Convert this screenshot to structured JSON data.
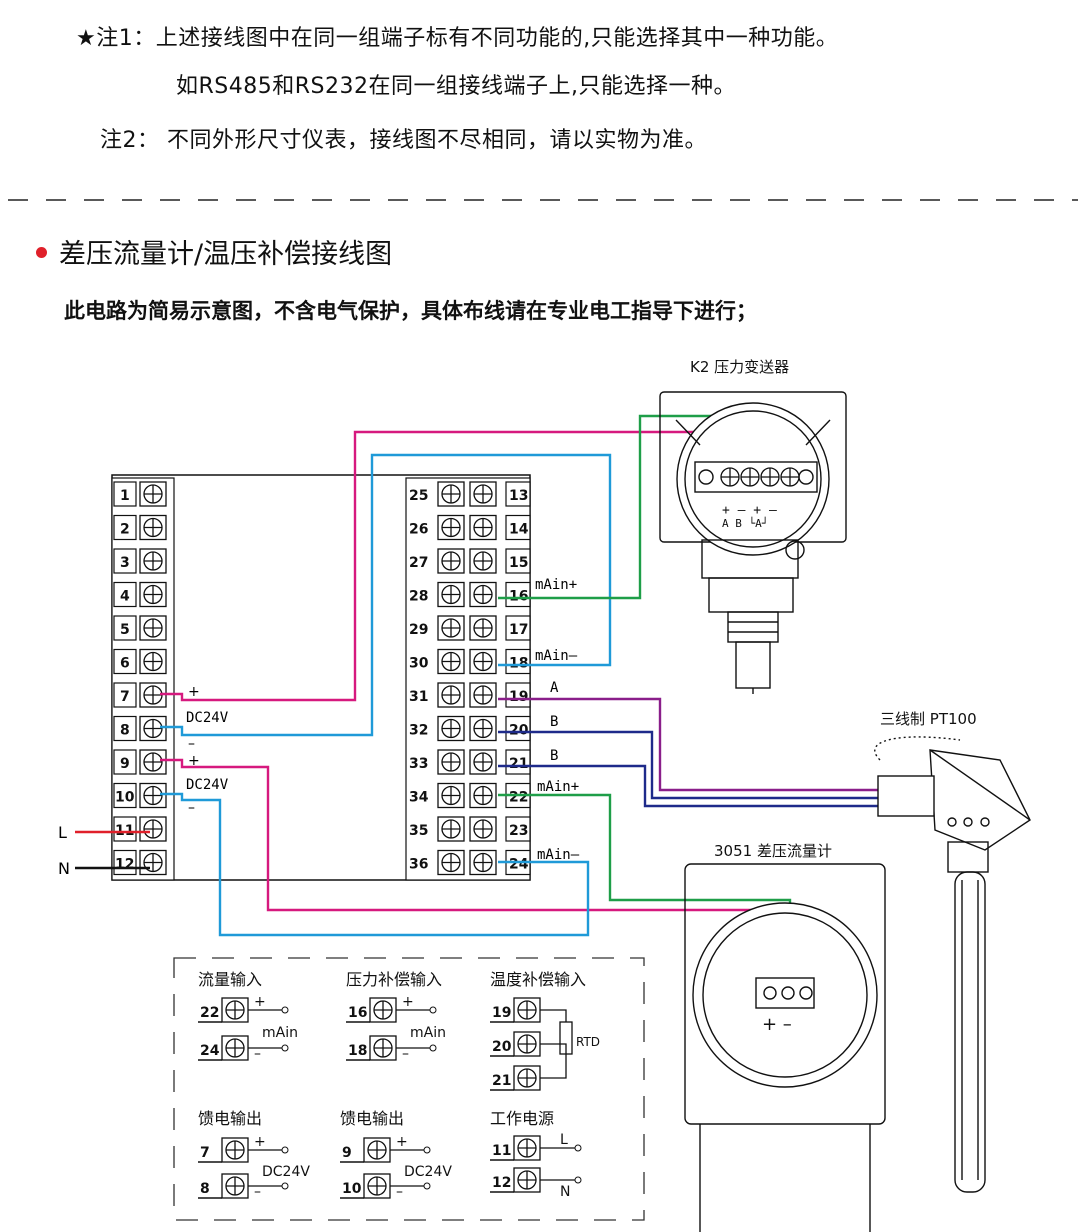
{
  "notes": {
    "note1_line1": "★注1：上述接线图中在同一组端子标有不同功能的,只能选择其中一种功能。",
    "note1_line2": "如RS485和RS232在同一组接线端子上,只能选择一种。",
    "note2": "注2： 不同外形尺寸仪表，接线图不尽相同，请以实物为准。"
  },
  "section": {
    "title": "差压流量计/温压补偿接线图",
    "subtitle": "此电路为简易示意图，不含电气保护，具体布线请在专业电工指导下进行；"
  },
  "colors": {
    "magenta": "#d6197e",
    "blue": "#1f9ad8",
    "green": "#1e9e48",
    "purple": "#8a1e8a",
    "navy": "#1e2a8a",
    "red": "#e0202a",
    "accent_dot": "#e0202a"
  },
  "terminals": {
    "left": [
      "1",
      "2",
      "3",
      "4",
      "5",
      "6",
      "7",
      "8",
      "9",
      "10",
      "11",
      "12"
    ],
    "right_outer": [
      "25",
      "26",
      "27",
      "28",
      "29",
      "30",
      "31",
      "32",
      "33",
      "34",
      "35",
      "36"
    ],
    "right_inner": [
      "13",
      "14",
      "15",
      "16",
      "17",
      "18",
      "19",
      "20",
      "21",
      "22",
      "23",
      "24"
    ]
  },
  "labels": {
    "plus": "+",
    "minus": "–",
    "dc24v": "DC24V",
    "l": "L",
    "n": "N",
    "main_plus": "mAin+",
    "main_minus": "mAin–",
    "a": "A",
    "b": "B",
    "k2_title": "K2 压力变送器",
    "k2_terms": "+ – + –",
    "k2_terms2": "A B └A┘",
    "pt100_title": "三线制 PT100",
    "f3051_title": "3051 差压流量计",
    "f3051_pm": "+ –"
  },
  "legend": {
    "flow_input": {
      "title": "流量输入",
      "t1": "22",
      "t2": "24",
      "sig": "mAin",
      "plus": "+",
      "minus": "–"
    },
    "press_input": {
      "title": "压力补偿输入",
      "t1": "16",
      "t2": "18",
      "sig": "mAin",
      "plus": "+",
      "minus": "–"
    },
    "temp_input": {
      "title": "温度补偿输入",
      "t1": "19",
      "t2": "20",
      "t3": "21",
      "sig": "RTD"
    },
    "feed1": {
      "title": "馈电输出",
      "t1": "7",
      "t2": "8",
      "sig": "DC24V",
      "plus": "+",
      "minus": "–"
    },
    "feed2": {
      "title": "馈电输出",
      "t1": "9",
      "t2": "10",
      "sig": "DC24V",
      "plus": "+",
      "minus": "–"
    },
    "power": {
      "title": "工作电源",
      "t1": "11",
      "t2": "12",
      "l": "L",
      "n": "N"
    }
  }
}
